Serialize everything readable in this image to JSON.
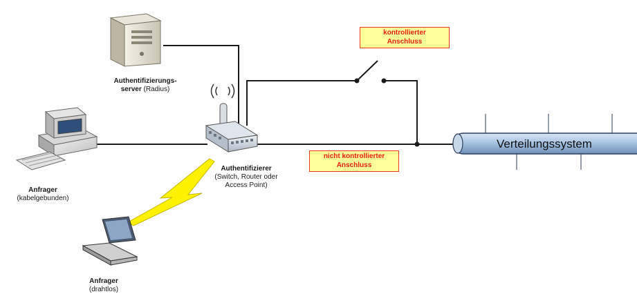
{
  "distribution_system": {
    "label": "Verteilungssystem"
  },
  "callouts": {
    "controlled": {
      "line1": "kontrollierter",
      "line2": "Anschluss"
    },
    "uncontrolled": {
      "line1": "nicht kontrollierter",
      "line2": "Anschluss"
    }
  },
  "server": {
    "name_line1": "Authentifizierungs-",
    "name_line2": "server",
    "detail": "(Radius)"
  },
  "authenticator": {
    "name": "Authentifizierer",
    "detail_line1": "(Switch, Router oder",
    "detail_line2": "Access Point)"
  },
  "wired_supplicant": {
    "name": "Anfrager",
    "detail": "(kabelgebunden)"
  },
  "wireless_supplicant": {
    "name": "Anfrager",
    "detail": "(drahtlos)"
  },
  "colors": {
    "callout_fill": "#ffff99",
    "callout_border": "#e83b1c",
    "callout_text": "#e8200e",
    "bus_fill": "#a9c4e2",
    "bus_stroke": "#2c3e5a",
    "lightning": "#fff200"
  }
}
